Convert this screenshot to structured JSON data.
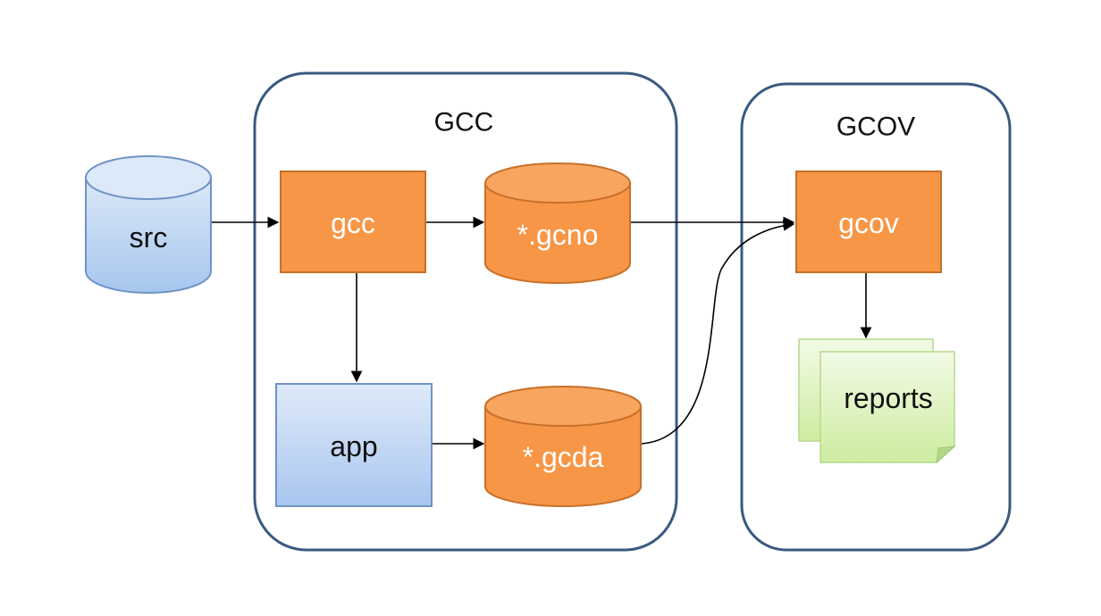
{
  "diagram": {
    "groups": {
      "gcc": {
        "title": "GCC"
      },
      "gcov": {
        "title": "GCOV"
      }
    },
    "nodes": {
      "src": {
        "label": "src",
        "shape": "cylinder",
        "color": "#a9c8ef"
      },
      "gcc": {
        "label": "gcc",
        "shape": "process",
        "color": "#f79646"
      },
      "gcno": {
        "label": "*.gcno",
        "shape": "cylinder",
        "color": "#f79646"
      },
      "app": {
        "label": "app",
        "shape": "box",
        "color": "#b8d1f2"
      },
      "gcda": {
        "label": "*.gcda",
        "shape": "cylinder",
        "color": "#f79646"
      },
      "gcov": {
        "label": "gcov",
        "shape": "process",
        "color": "#f79646"
      },
      "reports": {
        "label": "reports",
        "shape": "multi-document",
        "color": "#d6f0b2"
      }
    },
    "edges": [
      {
        "from": "src",
        "to": "gcc"
      },
      {
        "from": "gcc",
        "to": "gcno"
      },
      {
        "from": "gcc",
        "to": "app"
      },
      {
        "from": "app",
        "to": "gcda"
      },
      {
        "from": "gcno",
        "to": "gcov"
      },
      {
        "from": "gcda",
        "to": "gcov"
      },
      {
        "from": "gcov",
        "to": "reports"
      }
    ]
  }
}
